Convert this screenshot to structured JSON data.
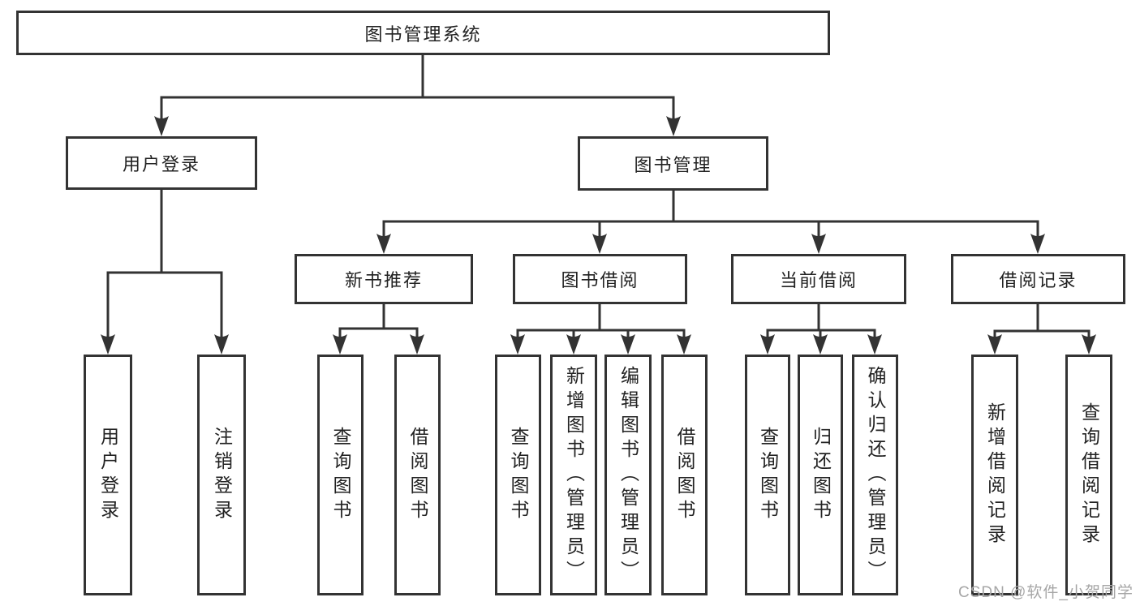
{
  "diagram": {
    "root": {
      "label": "图书管理系统"
    },
    "level2": {
      "user_login": {
        "label": "用户登录"
      },
      "book_mgmt": {
        "label": "图书管理"
      }
    },
    "level3": {
      "new_books": {
        "label": "新书推荐"
      },
      "borrow": {
        "label": "图书借阅"
      },
      "current": {
        "label": "当前借阅"
      },
      "records": {
        "label": "借阅记录"
      }
    },
    "leaves": {
      "user_login_leaf": {
        "label": "用户登录"
      },
      "logout": {
        "label": "注销登录"
      },
      "nb_query": {
        "label": "查询图书"
      },
      "nb_borrow": {
        "label": "借阅图书"
      },
      "bb_query": {
        "label": "查询图书"
      },
      "bb_add": {
        "label": "新增图书（管理员）"
      },
      "bb_edit": {
        "label": "编辑图书（管理员）"
      },
      "bb_borrow": {
        "label": "借阅图书"
      },
      "cur_query": {
        "label": "查询图书"
      },
      "cur_return": {
        "label": "归还图书"
      },
      "cur_confirm": {
        "label": "确认归还（管理员）"
      },
      "rec_add": {
        "label": "新增借阅记录"
      },
      "rec_query": {
        "label": "查询借阅记录"
      }
    }
  },
  "watermark": {
    "text": "CSDN @软件_小贺同学"
  },
  "colors": {
    "line": "#333333",
    "text": "#222222",
    "watermark": "#a6a6a6",
    "bg": "#ffffff"
  }
}
